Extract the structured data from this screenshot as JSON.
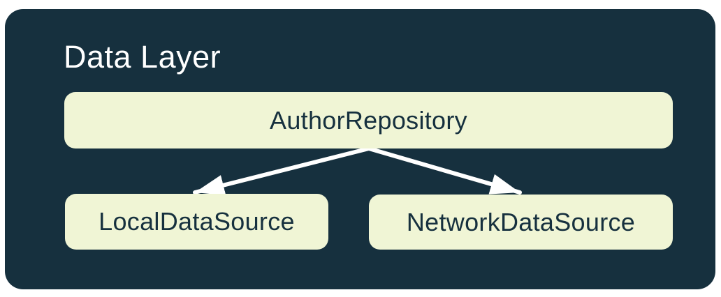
{
  "diagram": {
    "title": "Data Layer",
    "nodes": [
      {
        "id": "repository",
        "label": "AuthorRepository"
      },
      {
        "id": "local-data-source",
        "label": "LocalDataSource"
      },
      {
        "id": "network-data-source",
        "label": "NetworkDataSource"
      }
    ],
    "edges": [
      {
        "from": "AuthorRepository",
        "to": "LocalDataSource"
      },
      {
        "from": "AuthorRepository",
        "to": "NetworkDataSource"
      }
    ],
    "colors": {
      "page_bg": "#FFFFFF",
      "container_bg": "#16303E",
      "node_bg": "#F0F5D5",
      "node_text": "#16303E",
      "title_text": "#FFFFFF",
      "arrow": "#FFFFFF"
    }
  }
}
